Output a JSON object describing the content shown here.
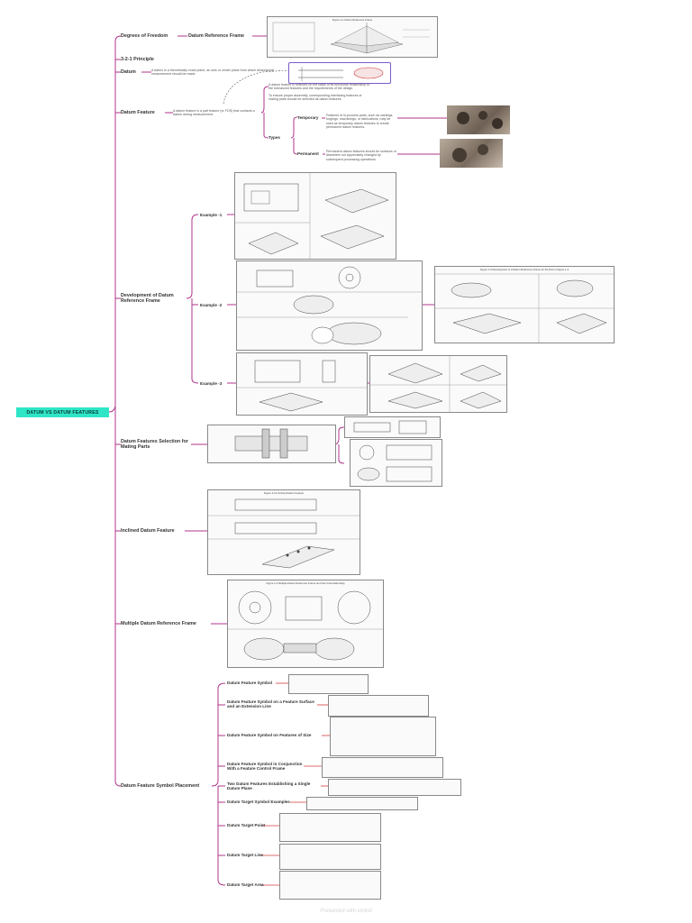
{
  "root": {
    "label": "DATUM VS DATUM FEATURES"
  },
  "colors": {
    "root_bg": "#2ee6c6",
    "branch": "#b0348c",
    "highlight_border": "#7a5cc8",
    "accent_red": "#d23b3b"
  },
  "branches": {
    "dof": {
      "label": "Degrees of Freedom",
      "child": "Datum Reference Frame",
      "figure_title": "Figure 1-1 Datum Reference Frame"
    },
    "principle": {
      "label": "3-2-1 Principle"
    },
    "datum": {
      "label": "Datum",
      "note": "A datum is a theoretically exact plane, an axis or center plane from which dimensional measurement should be made."
    },
    "datum_feature": {
      "label": "Datum Feature",
      "note": "A datum feature is a part feature (or FOS) that contacts a datum during measurement.",
      "types_label": "Types",
      "design_note_1": "A datum feature is selected on the basis of its functional relationship to the toleranced features and the requirements of the design.",
      "design_note_2": "To ensure proper assembly, corresponding interfacing features of mating parts should be selected as datum features.",
      "temporary": {
        "label": "Temporary",
        "note": "Features of in-process parts, such as castings, forgings, machinings, or fabrications, may be used as temporary datum features to create permanent datum features."
      },
      "permanent": {
        "label": "Permanent",
        "note": "Permanent datum features should be surfaces or diameters not appreciably changed by subsequent processing operations."
      }
    },
    "drf_development": {
      "label": "Development of Datum Reference Frame",
      "examples": [
        "Example -1",
        "Example -2",
        "Example -3"
      ],
      "side_figure_title": "Figure 1-3 Development of a Datum Reference Frame for the Part in Figure 1-4"
    },
    "mating": {
      "label": "Datum Features Selection for Mating Parts"
    },
    "inclined": {
      "label": "Inclined Datum Feature",
      "figure_title": "Figure 2-14 Inclined Datum Feature"
    },
    "multiple": {
      "label": "Multiple Datum Reference Frame",
      "figure_title": "Figure 1-4 Multiple Datum Reference Frame and their Interrelationship"
    },
    "placement": {
      "label": "Datum Feature Symbol Placement",
      "items": [
        "Datum Feature Symbol",
        "Datum Feature Symbol on a Feature Surface and an Extension Line",
        "Datum Feature Symbol on Features of Size",
        "Datum Feature Symbol in Conjunction With a Feature Control Frame",
        "Two Datum Features Establishing a Single Datum Plane",
        "Datum Target Symbol Examples",
        "Datum Target Point",
        "Datum Target Line",
        "Datum Target Area"
      ]
    }
  },
  "footer": {
    "text": "Presented with xmind"
  }
}
